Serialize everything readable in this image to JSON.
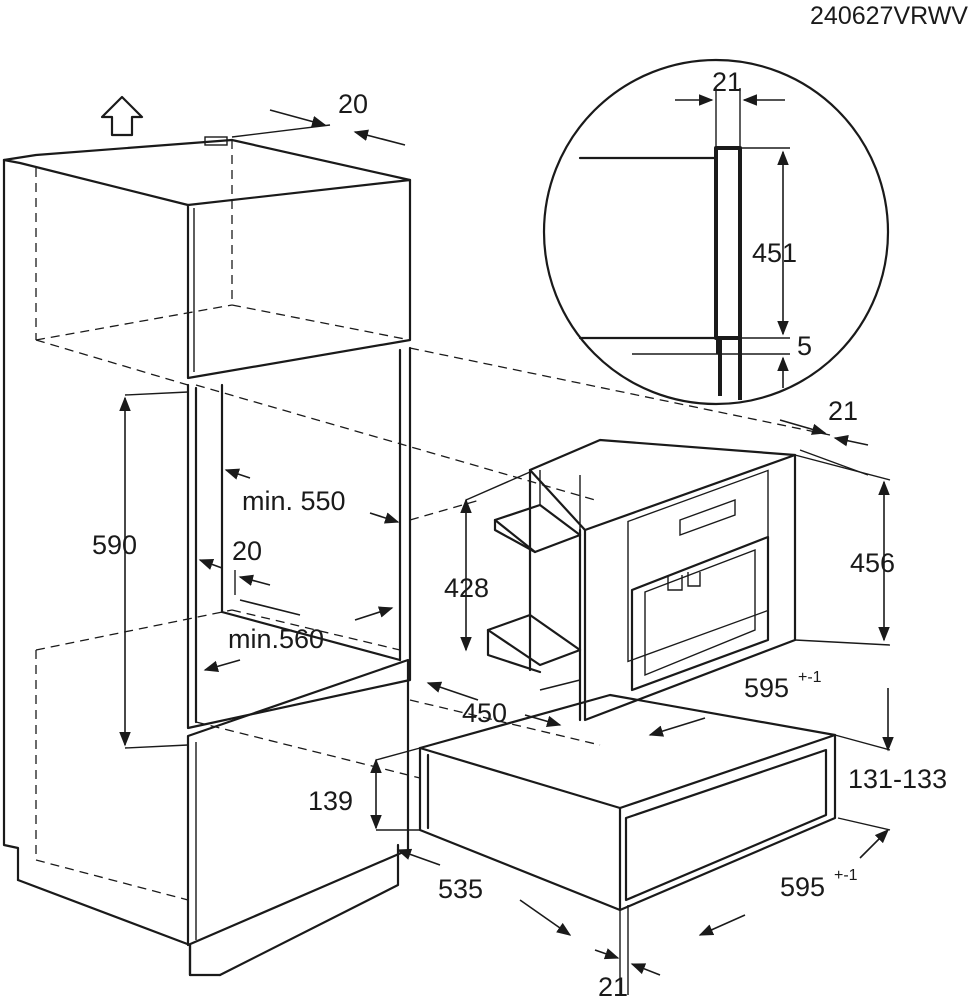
{
  "drawing_code": "240627VRWV",
  "dimensions": {
    "top_gap": "20",
    "detail_gap": "21",
    "detail_height": "451",
    "detail_offset": "5",
    "front_offset_top": "21",
    "front_offset_bottom": "21",
    "niche_height": "590",
    "niche_width_min": "min. 550",
    "niche_depth_min": "min.560",
    "side_gap": "20",
    "appliance_height": "456",
    "appliance_body_height": "428",
    "appliance_depth": "450",
    "appliance_width": "595",
    "appliance_width_tol": "+-1",
    "drawer_total_height": "131-133",
    "drawer_height": "139",
    "drawer_depth": "535",
    "drawer_width": "595",
    "drawer_width_tol": "+-1"
  }
}
